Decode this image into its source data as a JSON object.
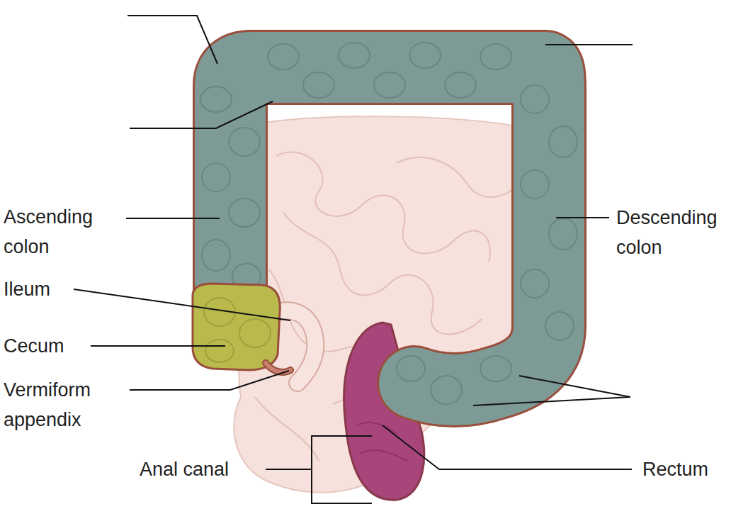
{
  "diagram": {
    "labels": [
      "Ascending colon",
      "Ileum",
      "Cecum",
      "Vermiform appendix",
      "Anal canal",
      "Descending colon",
      "Rectum"
    ]
  }
}
